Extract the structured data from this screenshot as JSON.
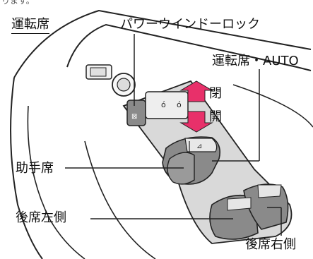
{
  "header_fragment": "ります。",
  "labels": {
    "driver_seat": "運転席",
    "power_window_lock": "パワーウインドーロック",
    "driver_auto": "運転席・AUTO",
    "close": "閉",
    "open": "開",
    "passenger_seat": "助手席",
    "rear_left": "後席左側",
    "rear_right": "後席右側"
  },
  "colors": {
    "arrow": "#e8306a",
    "switch_gray": "#8a8a8a",
    "panel_gray": "#d9d9d9",
    "line": "#222222"
  }
}
